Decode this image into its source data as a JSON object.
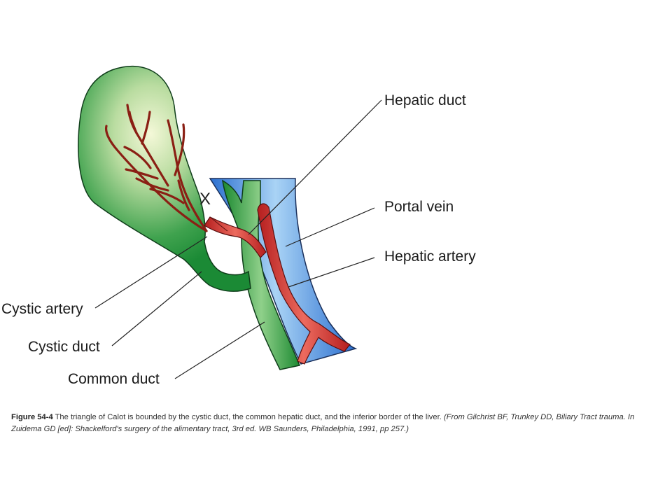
{
  "diagram": {
    "marker": "X",
    "labels": {
      "hepatic_duct": "Hepatic duct",
      "portal_vein": "Portal vein",
      "hepatic_artery": "Hepatic artery",
      "cystic_artery": "Cystic artery",
      "cystic_duct": "Cystic duct",
      "common_duct": "Common duct"
    },
    "colors": {
      "gallbladder": "#1e9a3a",
      "duct": "#2e9a3c",
      "portal_vein": "#2f73d6",
      "artery": "#cf2b2b",
      "vessels_on_gallbladder": "#8a1f14"
    }
  },
  "caption": {
    "figure": "Figure 54-4",
    "text": " The triangle of Calot is bounded by the cystic duct, the common hepatic duct, and the inferior border of the liver.  ",
    "source": "(From Gilchrist BF, Trunkey DD, Biliary Tract trauma. In Zuidema GD [ed]: Shackelford's surgery of the alimentary tract, 3rd ed. WB Saunders, Philadelphia, 1991, pp 257.)"
  }
}
